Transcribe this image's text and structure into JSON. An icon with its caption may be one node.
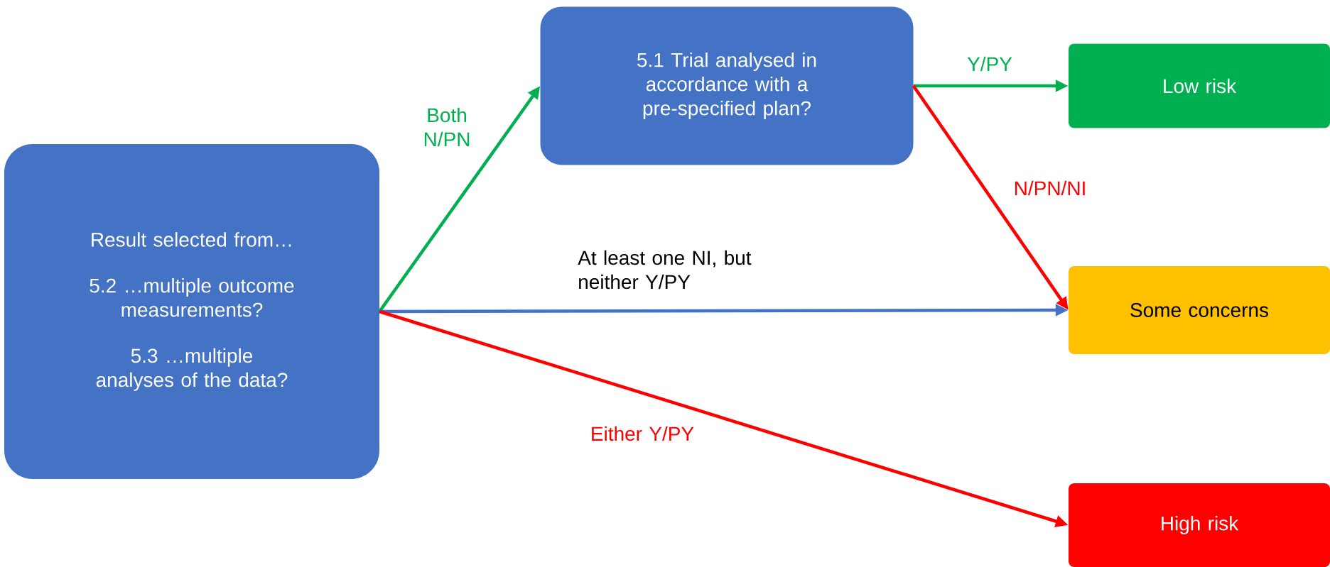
{
  "diagram": {
    "nodes": [
      {
        "text": [
          "Result selected from…",
          "5.2 …multiple outcome measurements?",
          "5.3 …multiple analyses of the data?"
        ]
      },
      {
        "text": [
          "5.1 Trial analysed in accordance with a pre-specified plan?"
        ]
      },
      {
        "text": [
          "Low risk"
        ]
      },
      {
        "text": [
          "Some concerns"
        ]
      },
      {
        "text": [
          "High risk"
        ]
      }
    ],
    "edges": [
      {
        "from": 0,
        "to": 1,
        "arrow": "to",
        "label": "Both N/PN",
        "color": "#00b050"
      },
      {
        "from": 1,
        "to": 2,
        "arrow": "to",
        "label": "Y/PY",
        "color": "#00b050"
      },
      {
        "from": 1,
        "to": 3,
        "arrow": "to",
        "label": "N/PN/NI",
        "color": "#ff0000"
      },
      {
        "from": 0,
        "to": 3,
        "arrow": "to",
        "label": "At least one NI, but neither Y/PY",
        "color": "#4472c4"
      },
      {
        "from": 0,
        "to": 4,
        "arrow": "to",
        "label": "Either Y/PY",
        "color": "#ff0000"
      }
    ]
  }
}
